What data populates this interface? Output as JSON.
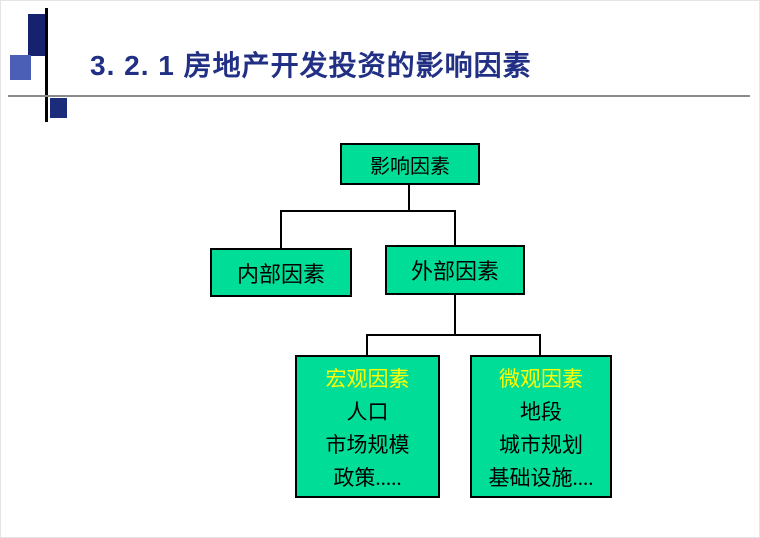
{
  "slide": {
    "title": "3. 2. 1  房地产开发投资的影响因素"
  },
  "diagram": {
    "root": {
      "label": "影响因素"
    },
    "level2": [
      {
        "label": "内部因素"
      },
      {
        "label": "外部因素"
      }
    ],
    "level3": [
      {
        "title": "宏观因素",
        "lines": [
          "人口",
          "市场规模",
          "政策....."
        ]
      },
      {
        "title": "微观因素",
        "lines": [
          "地段",
          "城市规划",
          "基础设施...."
        ]
      }
    ]
  },
  "colors": {
    "title_text": "#213084",
    "node_fill": "#00dd96",
    "node_border": "#000000",
    "highlight_text": "#ffff00",
    "connector": "#000000"
  }
}
